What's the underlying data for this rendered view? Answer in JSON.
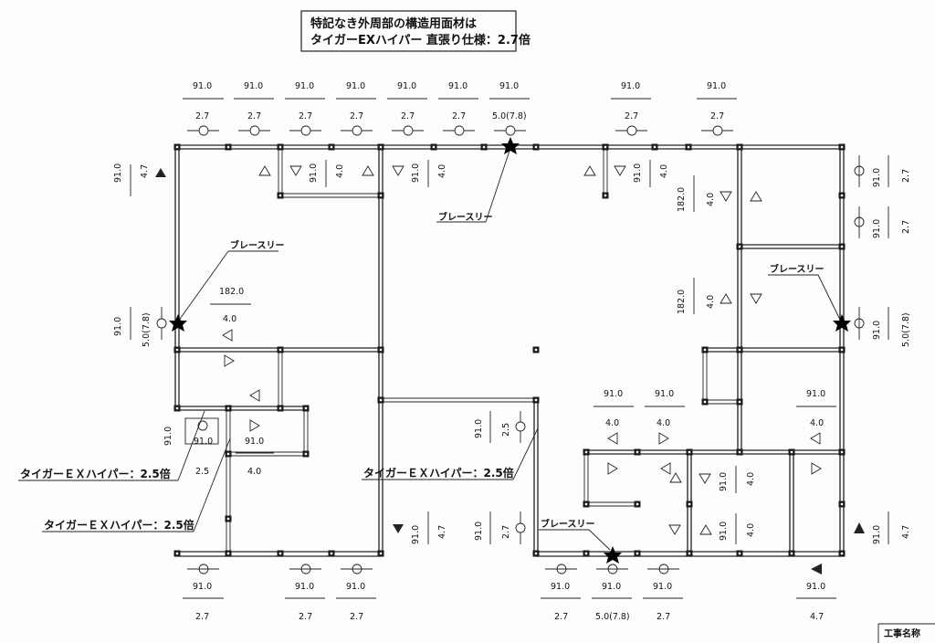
{
  "title": {
    "line1": "特記なき外周部の構造用面材は",
    "line2": "タイガーEXハイパー 直張り仕様：2.7倍"
  },
  "labels": {
    "brace": "ブレースリー",
    "tiger_25": "タイガーＥＸハイパー：2.5倍",
    "footer": "工事名称"
  },
  "values": {
    "v91": "91.0",
    "v182": "182.0",
    "v27": "2.7",
    "v25": "2.5",
    "v40": "4.0",
    "v47": "4.7",
    "v50": "5.0(7.8)"
  }
}
